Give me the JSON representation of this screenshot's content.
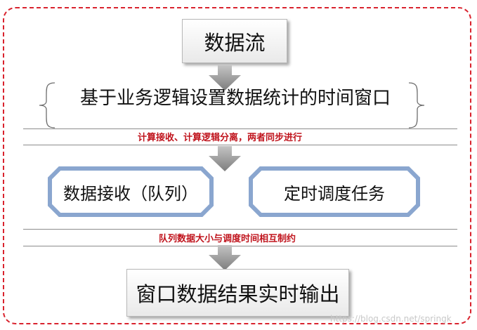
{
  "diagram": {
    "top_box": "数据流",
    "brace_label": "基于业务逻辑设置数据统计的时间窗口",
    "note_1": "计算接收、计算逻辑分离，两者同步进行",
    "left_node": "数据接收（队列）",
    "right_node": "定时调度任务",
    "note_2": "队列数据大小与调度时间相互制约",
    "bottom_box": "窗口数据结果实时输出"
  },
  "watermark": "https://blog.csdn.net/springk",
  "colors": {
    "border": "#d9232e",
    "note": "#c0141d",
    "octagon_border": "#8aa6cf",
    "arrow": "#9a9a9a"
  }
}
